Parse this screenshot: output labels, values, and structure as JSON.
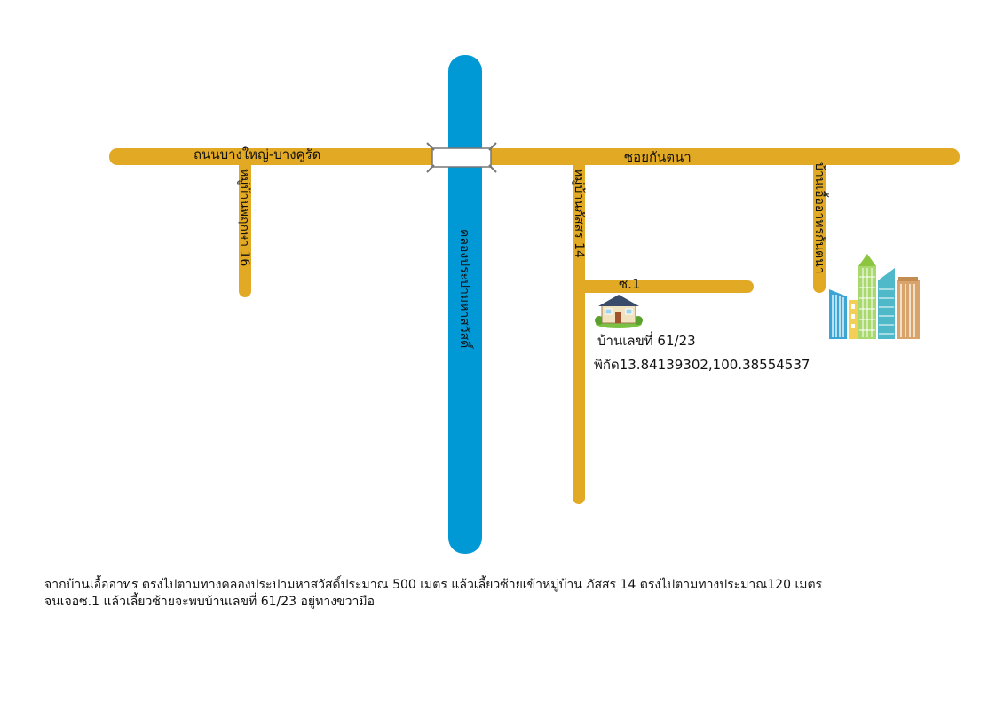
{
  "roads": {
    "main_road_west": "ถนนบางใหญ่-บางคูรัด",
    "main_road_east": "ซอยกันตนา",
    "village_16": "หมู่บ้านพฤกษา 16",
    "village_14": "หมู่บ้านภัสสร 14",
    "canal": "คลองประปามหาสวัสดิ์",
    "alley_1": "ซ.1",
    "eua_artorn": "บ้านเอื้ออาทรกันตนา"
  },
  "destination": {
    "house_label": "บ้านเลขที่ 61/23",
    "coordinates": "พิกัด13.84139302,100.38554537"
  },
  "directions": {
    "line1": "จากบ้านเอื้ออาทร ตรงไปตามทางคลองประปามหาสวัสดิ์ประมาณ  500 เมตร แล้วเลี้ยวซ้ายเข้าหมู่บ้าน ภัสสร 14 ตรงไปตามทางประมาณ120 เมตร",
    "line2": "จนเจอซ.1 แล้วเลี้ยวซ้ายจะพบบ้านเลขที่ 61/23 อยู่ทางขวามือ"
  },
  "colors": {
    "road": "#e2a924",
    "canal": "#0099d6",
    "background": "#ffffff"
  },
  "icons": {
    "house": "house-icon",
    "buildings": "city-buildings-icon",
    "bridge": "bridge-icon"
  }
}
